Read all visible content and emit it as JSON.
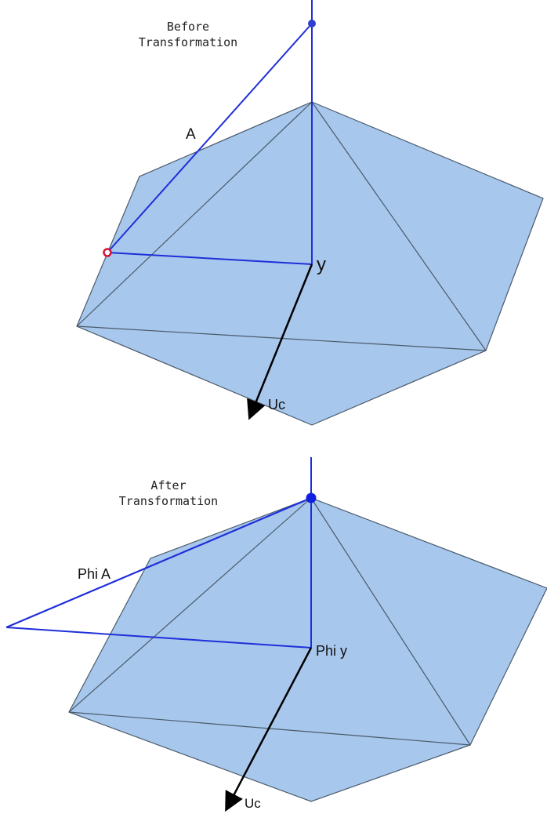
{
  "colors": {
    "face_fill": "#a7c7ed",
    "face_stroke": "#4a5a6a",
    "blue_line": "#1f2fd8",
    "arrow": "#000000",
    "red_point": "#d2143a",
    "blue_point": "#2f3fd0"
  },
  "before": {
    "title_line1": "Before",
    "title_line2": "Transformation",
    "label_a": "A",
    "label_y": "y",
    "label_uc": "Uc"
  },
  "after": {
    "title_line1": "After",
    "title_line2": "Transformation",
    "label_a": "Phi A",
    "label_y": "Phi y",
    "label_uc": "Uc"
  }
}
